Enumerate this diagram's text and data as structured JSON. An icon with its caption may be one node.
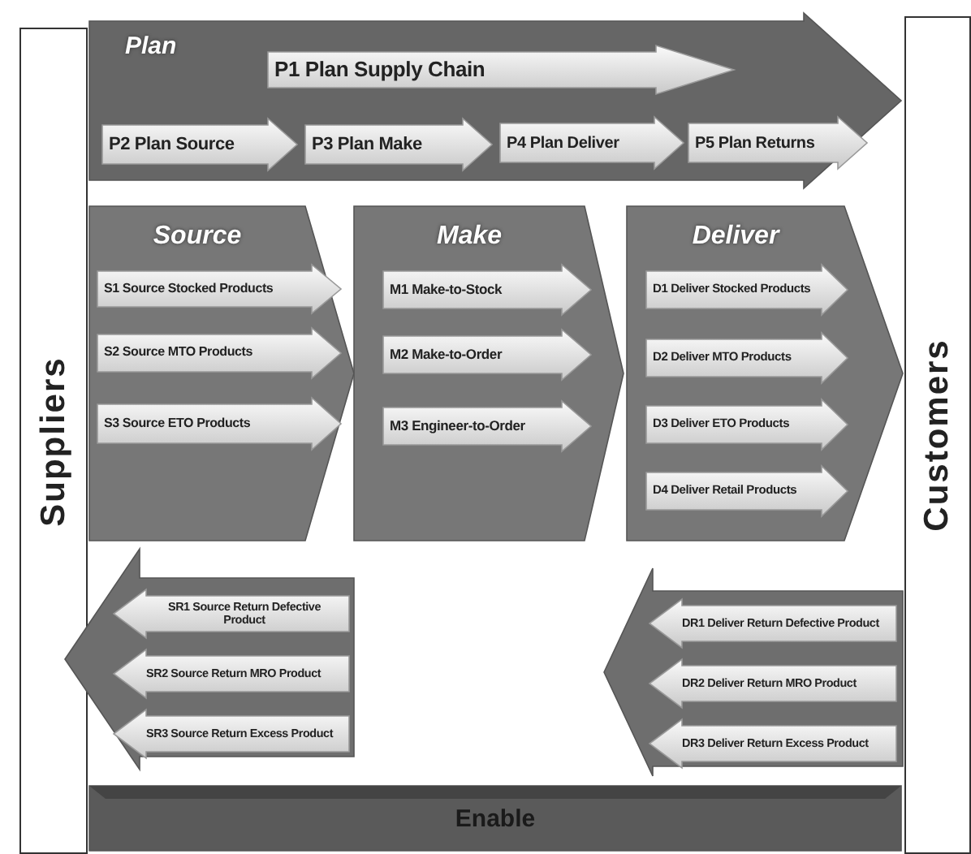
{
  "diagram": {
    "nodes": [
      {
        "text": [
          "Suppliers"
        ]
      },
      {
        "text": [
          "Plan"
        ]
      },
      {
        "text": [
          "P1 Plan Supply Chain"
        ],
        "in": 1
      },
      {
        "text": [
          "P2 Plan Source"
        ],
        "in": 1
      },
      {
        "text": [
          "P3 Plan Make"
        ],
        "in": 1
      },
      {
        "text": [
          "P4 Plan Deliver"
        ],
        "in": 1
      },
      {
        "text": [
          "P5 Plan Returns"
        ],
        "in": 1
      },
      {
        "text": [
          "Source"
        ]
      },
      {
        "text": [
          "S1 Source Stocked Products"
        ],
        "in": 7
      },
      {
        "text": [
          "S2 Source MTO Products"
        ],
        "in": 7
      },
      {
        "text": [
          "S3 Source ETO Products"
        ],
        "in": 7
      },
      {
        "text": [
          "Make"
        ]
      },
      {
        "text": [
          "M1 Make-to-Stock"
        ],
        "in": 11
      },
      {
        "text": [
          "M2 Make-to-Order"
        ],
        "in": 11
      },
      {
        "text": [
          "M3 Engineer-to-Order"
        ],
        "in": 11
      },
      {
        "text": [
          "Deliver"
        ]
      },
      {
        "text": [
          "D1 Deliver Stocked Products"
        ],
        "in": 15
      },
      {
        "text": [
          "D2 Deliver MTO Products"
        ],
        "in": 15
      },
      {
        "text": [
          "D3 Deliver ETO Products"
        ],
        "in": 15
      },
      {
        "text": [
          "D4 Deliver Retail Products"
        ],
        "in": 15
      },
      {
        "text": [],
        "shape": "box"
      },
      {
        "text": [
          "SR1 Source Return Defective Product"
        ],
        "in": 20
      },
      {
        "text": [
          "SR2 Source Return MRO Product"
        ],
        "in": 20
      },
      {
        "text": [
          "SR3 Source Return Excess Product"
        ],
        "in": 20
      },
      {
        "text": [],
        "shape": "box"
      },
      {
        "text": [
          "DR1 Deliver Return Defective Product"
        ],
        "in": 24
      },
      {
        "text": [
          "DR2 Deliver Return MRO Product"
        ],
        "in": 24
      },
      {
        "text": [
          "DR3 Deliver Return Excess Product"
        ],
        "in": 24
      },
      {
        "text": [
          "Enable"
        ]
      },
      {
        "text": [
          "Customers"
        ]
      }
    ]
  }
}
